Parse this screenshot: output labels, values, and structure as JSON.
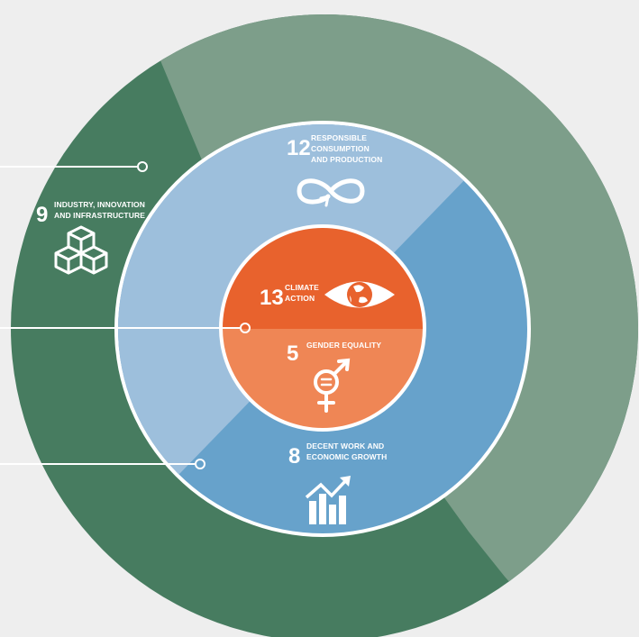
{
  "colors": {
    "background": "#eeeeee",
    "outer_ring_light": "#7d9e8a",
    "outer_ring_dark": "#477c60",
    "middle_ring_light": "#9dbfdc",
    "middle_ring_dark": "#67a2cb",
    "inner_top": "#e8622d",
    "inner_bottom": "#ef8655",
    "connector": "#ffffff"
  },
  "goals": {
    "goal9": {
      "number": "9",
      "title_line1": "INDUSTRY, INNOVATION",
      "title_line2": "AND INFRASTRUCTURE",
      "icon": "cubes-icon"
    },
    "goal12": {
      "number": "12",
      "title_line1": "RESPONSIBLE",
      "title_line2": "CONSUMPTION",
      "title_line3": "AND PRODUCTION",
      "icon": "infinity-icon"
    },
    "goal13": {
      "number": "13",
      "title_line1": "CLIMATE",
      "title_line2": "ACTION",
      "icon": "eye-globe-icon"
    },
    "goal5": {
      "number": "5",
      "title_line1": "GENDER EQUALITY",
      "icon": "gender-equality-icon"
    },
    "goal8": {
      "number": "8",
      "title_line1": "DECENT WORK AND",
      "title_line2": "ECONOMIC GROWTH",
      "icon": "growth-chart-icon"
    }
  }
}
